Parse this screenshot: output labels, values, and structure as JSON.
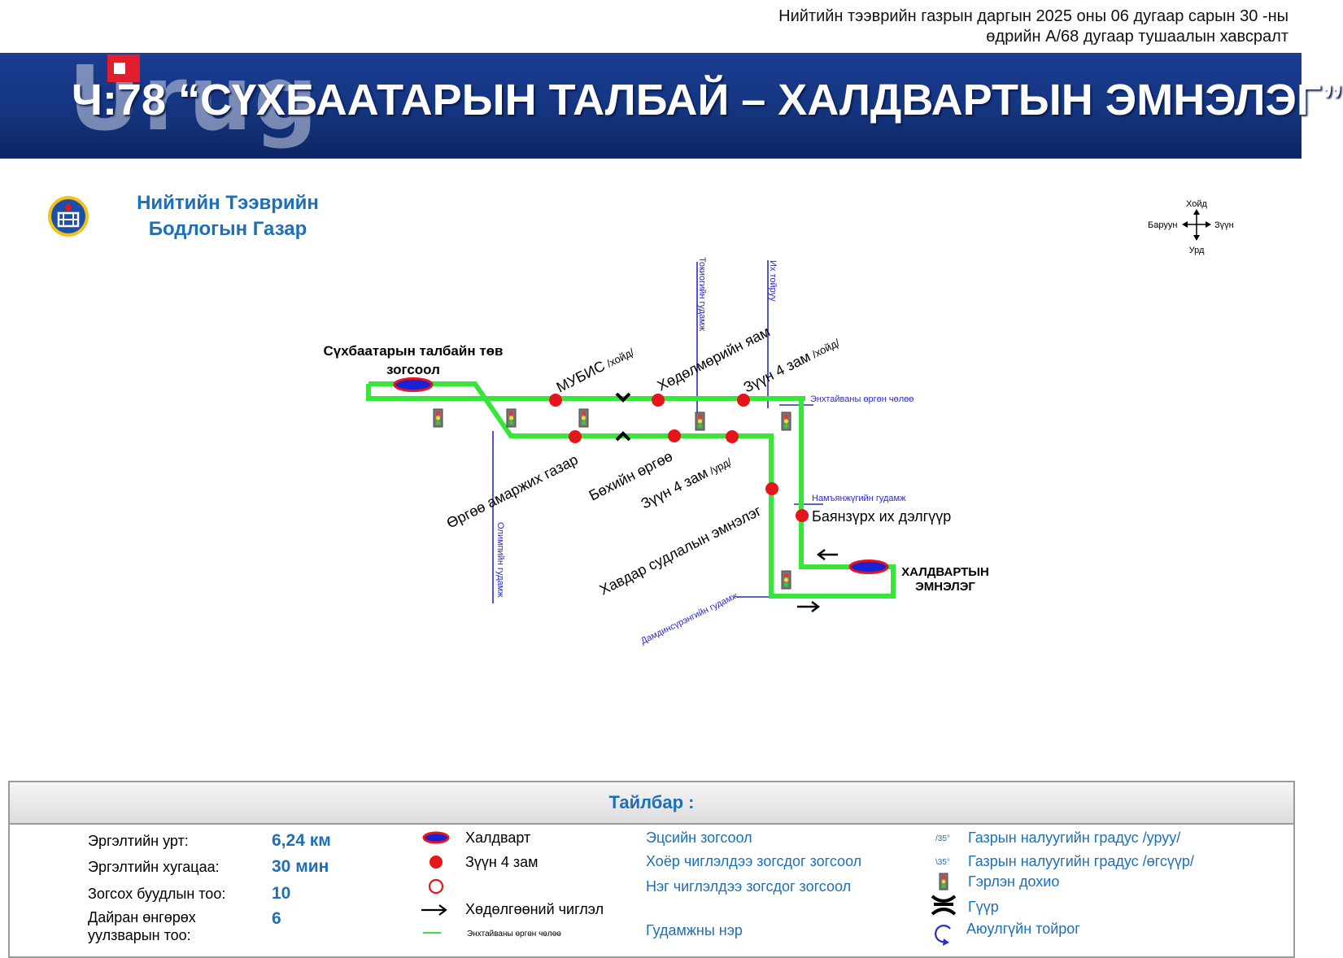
{
  "header": {
    "decree_line1": "Нийтийн тээврийн газрын даргын 2025 оны 06 дугаар сарын 30 -ны",
    "decree_line2": "өдрийн А/68 дугаар тушаалын хавсралт",
    "watermark": "Urug",
    "route_title": "Ч:78 “СҮХБААТАРЫН ТАЛБАЙ – ХАЛДВАРТЫН ЭМНЭЛЭГ”"
  },
  "agency": {
    "line1": "Нийтийн Тээврийн",
    "line2": "Бодлогын Газар"
  },
  "compass": {
    "north": "Хойд",
    "south": "Урд",
    "west": "Баруун",
    "east": "Зүүн"
  },
  "map": {
    "start_terminal": [
      "Сүхбаатарын талбайн төв",
      "зогсоол"
    ],
    "end_terminal": [
      "ХАЛДВАРТЫН",
      "ЭМНЭЛЭГ"
    ],
    "stops_north": [
      {
        "name": "МУБИС",
        "suffix": "/хойд/"
      },
      {
        "name": "Хөдөлмөрийн яам",
        "suffix": ""
      },
      {
        "name": "Зүүн 4 зам",
        "suffix": "/хойд/"
      }
    ],
    "stops_south": [
      {
        "name": "Өргөө амаржих газар",
        "suffix": ""
      },
      {
        "name": "Бөхийн өргөө",
        "suffix": ""
      },
      {
        "name": "Зүүн 4 зам",
        "suffix": "/урд/"
      },
      {
        "name": "Хавдар судлалын эмнэлэг",
        "suffix": ""
      }
    ],
    "stop_east": "Баянзүрх их дэлгүүр",
    "streets": {
      "tokio": "Токиогийн гудамж",
      "ikh_toiruu": "Их тойруу",
      "enkhtaivan": "Энхтайваны өргөн чөлөө",
      "namyanju": "Намъянжүгийн гудамж",
      "olymp": "Олимпийн гудамж",
      "damdinsuren": "Дамдинсүрэнгийн гудамж"
    },
    "colors": {
      "route": "#36e63a",
      "stop": "#e8141c",
      "terminal_fill": "#1a22d4",
      "terminal_ring": "#e8141c",
      "street": "#2a2ac8"
    }
  },
  "legend": {
    "title": "Тайлбар :",
    "stats": [
      {
        "label": "Эргэлтийн урт:",
        "value": "6,24 км"
      },
      {
        "label": "Эргэлтийн хугацаа:",
        "value": "30 мин"
      },
      {
        "label": "Зогсох буудлын тоо:",
        "value": "10"
      },
      {
        "label": "Дайран өнгөрөх",
        "label2": "уулзварын тоо:",
        "value": "6"
      }
    ],
    "symbols": [
      {
        "icon": "terminal-ellipse-icon",
        "label": "Халдварт"
      },
      {
        "icon": "red-dot-icon",
        "label": "Зүүн 4 зам"
      },
      {
        "icon": "open-circle-icon",
        "label": ""
      },
      {
        "icon": "arrow-right-icon",
        "label": "Хөдөлгөөний чиглэл"
      },
      {
        "icon": "green-line-icon",
        "label": "Энхтайваны өргөн чөлөө"
      }
    ],
    "meanings": [
      "Эцсийн зогсоол",
      "Хоёр чиглэлдээ зогсдог зогсоол",
      "Нэг чиглэлдээ зогсдог зогсоол",
      "Гудамжны нэр"
    ],
    "others": [
      {
        "icon": "slope-down-icon",
        "symbol": "/35°",
        "label": "Газрын налуугийн градус /уруу/"
      },
      {
        "icon": "slope-up-icon",
        "symbol": "\\35°",
        "label": "Газрын налуугийн градус /өгсүүр/"
      },
      {
        "icon": "traffic-light-icon",
        "label": "Гэрлэн дохио"
      },
      {
        "icon": "bridge-icon",
        "label": "Гүүр"
      },
      {
        "icon": "roundabout-icon",
        "label": "Аюулгүйн тойрог"
      }
    ]
  }
}
